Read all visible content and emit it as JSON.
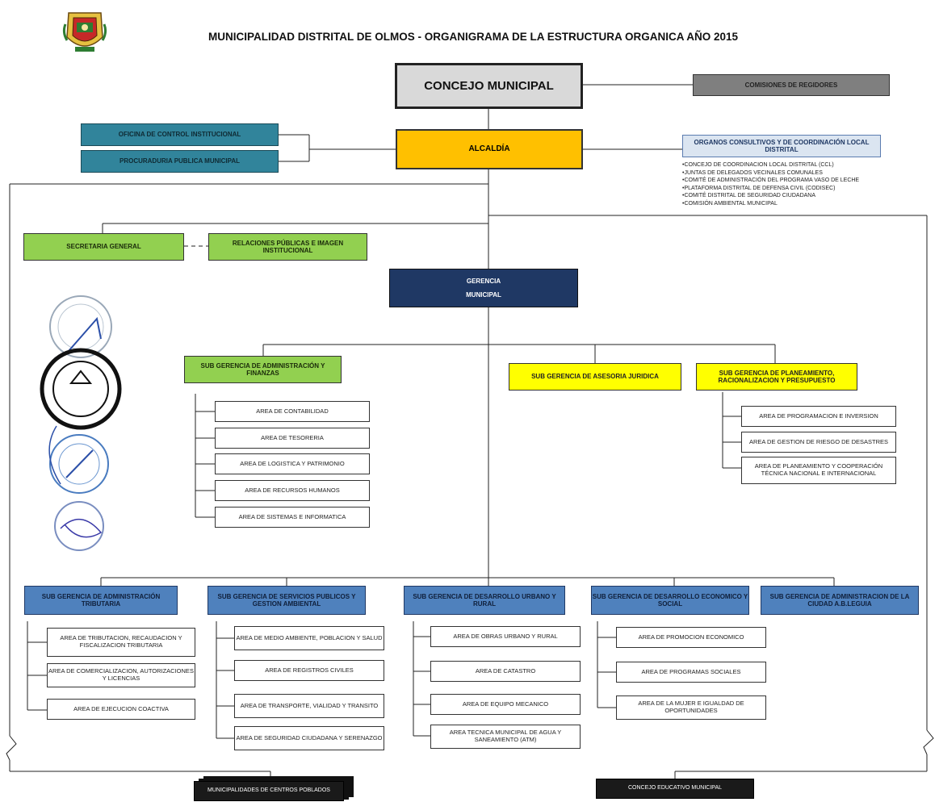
{
  "title": "MUNICIPALIDAD DISTRITAL DE OLMOS  - ORGANIGRAMA DE LA ESTRUCTURA ORGANICA AÑO 2015",
  "colors": {
    "concejo": "#d9d9d9",
    "comisiones": "#7f7f7f",
    "control": "#31849b",
    "alcaldia": "#ffc000",
    "apoyo_green": "#92d050",
    "gerencia": "#1f3864",
    "asesoria_yellow": "#ffff00",
    "linea_blue": "#4f81bd",
    "consultivos": "#dbe5f1",
    "desconcentrados": "#1a1a1a"
  },
  "icons": {
    "logo": "municipal-coat-of-arms-icon",
    "stamps": "official-stamp-seal-icon"
  },
  "concejo": "CONCEJO MUNICIPAL",
  "comisiones": "COMISIONES DE REGIDORES",
  "control": [
    "OFICINA DE CONTROL INSTITUCIONAL",
    "PROCURADURIA PUBLICA MUNICIPAL"
  ],
  "alcaldia": "ALCALDÍA",
  "organos": {
    "title": "ORGANOS CONSULTIVOS Y DE COORDINACIÓN LOCAL DISTRITAL",
    "items": [
      "CONCEJO DE COORDINACION LOCAL DISTRITAL (CCL)",
      "JUNTAS DE DELEGADOS VECINALES COMUNALES",
      "COMITÉ DE ADMINISTRACIÓN DEL PROGRAMA VASO DE LECHE",
      "PLATAFORMA  DISTRITAL DE DEFENSA CIVIL (CODISEC)",
      "COMITÉ DISTRITAL  DE SEGURIDAD CIUDADANA",
      "COMISIÓN AMBIENTAL MUNICIPAL"
    ]
  },
  "secretaria": "SECRETARIA GENERAL",
  "relaciones": "RELACIONES PÚBLICAS E IMAGEN INSTITUCIONAL",
  "gerencia": [
    "GERENCIA",
    "MUNICIPAL"
  ],
  "sg_admin": {
    "title": "SUB GERENCIA DE ADMINISTRACIÓN  Y FINANZAS",
    "areas": [
      "AREA DE CONTABILIDAD",
      "AREA  DE TESORERIA",
      "AREA DE LOGISTICA Y PATRIMONIO",
      "AREA  DE RECURSOS HUMANOS",
      "AREA  DE SISTEMAS E INFORMATICA"
    ]
  },
  "sg_asesoria": "SUB GERENCIA DE ASESORIA JURIDICA",
  "sg_planeamiento": {
    "title": "SUB GERENCIA DE PLANEAMIENTO, RACIONALIZACION Y PRESUPUESTO",
    "areas": [
      "AREA  DE  PROGRAMACION E INVERSION",
      "AREA  DE GESTION DE RIESGO DE DESASTRES",
      "AREA  DE PLANEAMIENTO Y COOPERACIÓN TÉCNICA NACIONAL E INTERNACIONAL"
    ]
  },
  "sg_tributaria": {
    "title": "SUB GERENCIA DE ADMINISTRACIÓN TRIBUTARIA",
    "areas": [
      "AREA DE TRIBUTACION, RECAUDACION Y FISCALIZACION TRIBUTARIA",
      "AREA DE COMERCIALIZACION, AUTORIZACIONES Y LICENCIAS",
      "AREA DE EJECUCION COACTIVA"
    ]
  },
  "sg_servicios": {
    "title": "SUB GERENCIA DE  SERVICIOS PUBLICOS Y GESTION AMBIENTAL",
    "areas": [
      "AREA DE   MEDIO AMBIENTE, POBLACION Y SALUD",
      "AREA DE REGISTROS CIVILES",
      "AREA DE TRANSPORTE, VIALIDAD Y TRANSITO",
      "AREA DE SEGURIDAD CIUDADANA Y SERENAZGO"
    ]
  },
  "sg_urbano": {
    "title": "SUB GERENCIA DE DESARROLLO URBANO Y RURAL",
    "areas": [
      "AREA DE OBRAS URBANO Y RURAL",
      "AREA DE CATASTRO",
      "AREA DE EQUIPO MECANICO",
      "AREA TECNICA MUNICIPAL DE AGUA Y SANEAMIENTO (ATM)"
    ]
  },
  "sg_economico": {
    "title": "SUB GERENCIA DE DESARROLLO ECONOMICO Y SOCIAL",
    "areas": [
      "AREA DE PROMOCION ECONOMICO",
      "AREA DE PROGRAMAS SOCIALES",
      "AREA DE LA MUJER E IGUALDAD DE OPORTUNIDADES"
    ]
  },
  "sg_ciudad": "SUB GERENCIA DE ADMINISTRACION DE LA CIUDAD A.B.LEGUIA",
  "centros_poblados": "MUNICIPALIDADES DE CENTROS POBLADOS",
  "concejo_educativo": "CONCEJO EDUCATIVO MUNICIPAL"
}
